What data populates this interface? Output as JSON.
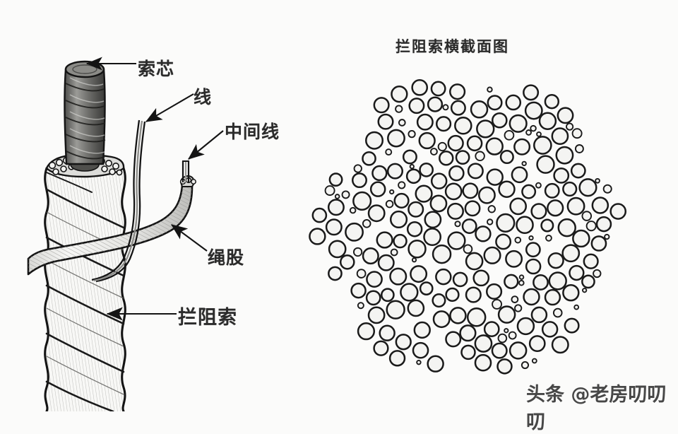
{
  "figure": {
    "background_color": "#fbfbfa",
    "ink_color": "#1d1d1d",
    "title": "拦阻索横截面图"
  },
  "labels": {
    "core": "索芯",
    "wire": "线",
    "middle_wire": "中间线",
    "strand": "绳股",
    "cable": "拦阻索"
  },
  "watermark": {
    "text": "头条 @老房叨叨叨"
  },
  "left_diagram": {
    "name": "arresting-cable-cutaway",
    "description": "7-strand wire rope with one strand and wires unlaid",
    "strand_count": 6,
    "core_label": "索芯"
  },
  "cross_section": {
    "name": "cable-cross-section",
    "lobe_count": 7,
    "wire_fill": "#f4f4f2",
    "wire_stroke": "#1a1a1a"
  }
}
